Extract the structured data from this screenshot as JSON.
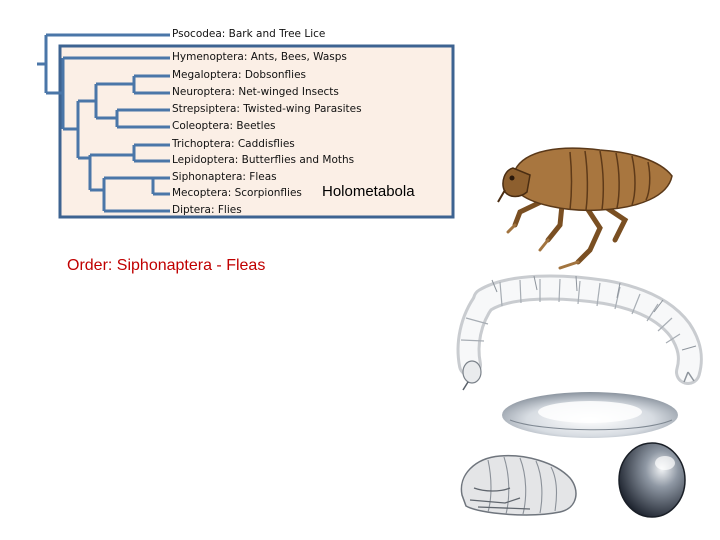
{
  "slide": {
    "order_title": "Order: Siphonaptera - Fleas",
    "group_label": "Holometabola"
  },
  "phylogeny": {
    "taxa": [
      "Psocodea: Bark and Tree Lice",
      "Hymenoptera: Ants, Bees, Wasps",
      "Megaloptera: Dobsonflies",
      "Neuroptera: Net-winged Insects",
      "Strepsiptera: Twisted-wing Parasites",
      "Coleoptera: Beetles",
      "Trichoptera: Caddisflies",
      "Lepidoptera: Butterflies and Moths",
      "Siphonaptera: Fleas",
      "Mecoptera: Scorpionflies",
      "Diptera: Flies"
    ]
  },
  "colors": {
    "tree_line": "#4a76a8",
    "panel_border": "#3d6391",
    "panel_fill": "#fbefe6",
    "title_red": "#c00000"
  },
  "illustrations": {
    "names": [
      "adult-flea",
      "flea-larva",
      "flea-cocoon",
      "flea-pupa",
      "flea-egg"
    ]
  }
}
